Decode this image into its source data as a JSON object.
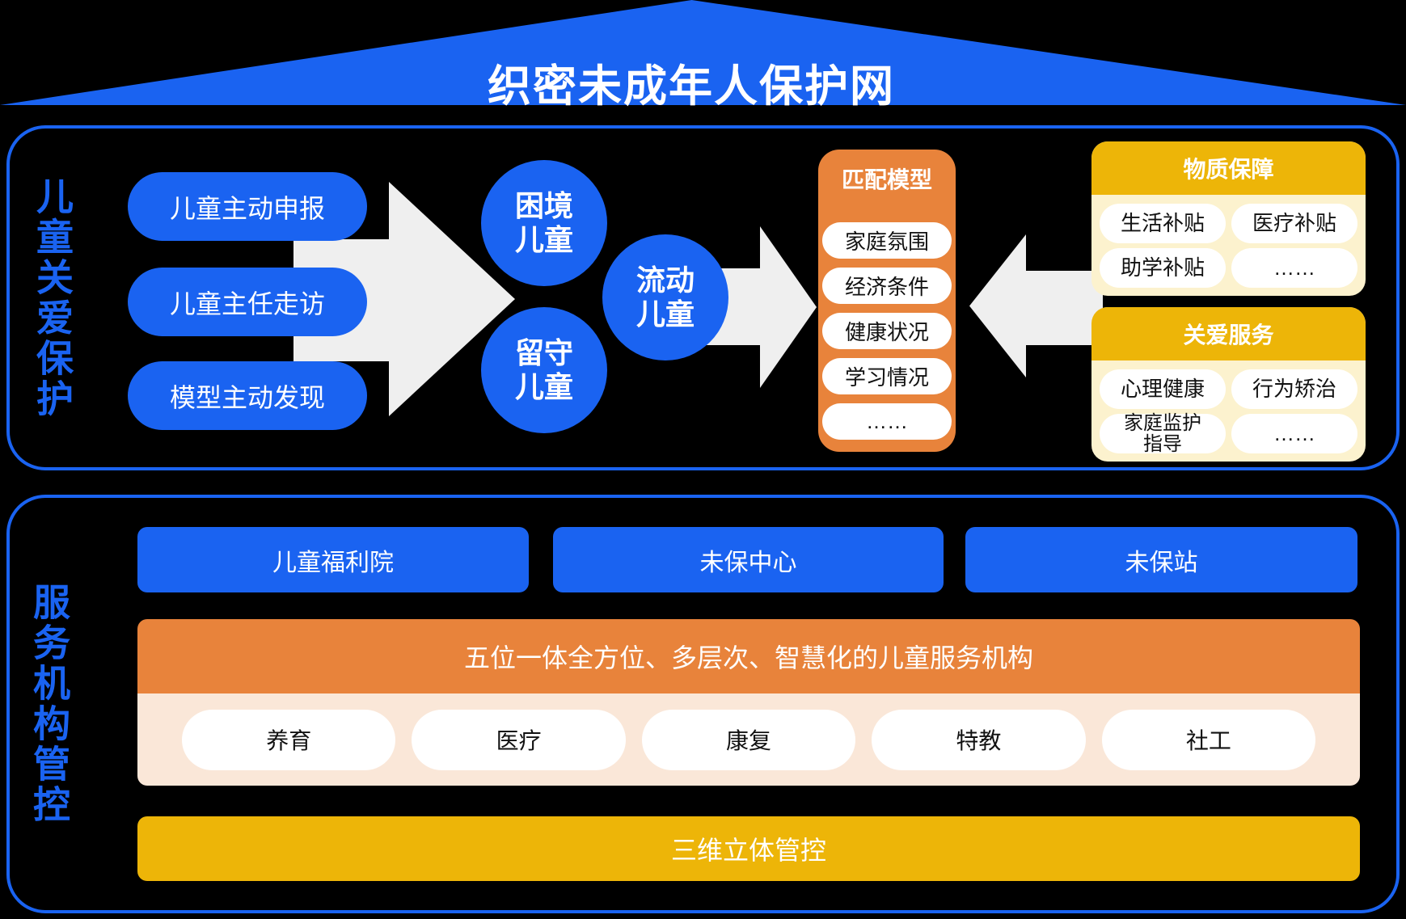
{
  "title": "织密未成年人保护网",
  "s1": {
    "label": "儿童关爱保护",
    "pills": [
      "儿童主动申报",
      "儿童主任走访",
      "模型主动发现"
    ],
    "circles": [
      "困境\n儿童",
      "留守\n儿童",
      "流动\n儿童"
    ],
    "match": {
      "title": "匹配模型",
      "items": [
        "家庭氛围",
        "经济条件",
        "健康状况",
        "学习情况",
        "……"
      ]
    },
    "material": {
      "title": "物质保障",
      "items": [
        "生活补贴",
        "医疗补贴",
        "助学补贴",
        "……"
      ]
    },
    "care": {
      "title": "关爱服务",
      "items": [
        "心理健康",
        "行为矫治",
        "家庭监护\n指导",
        "……"
      ]
    }
  },
  "s2": {
    "label": "服务机构管控",
    "bars": [
      "儿童福利院",
      "未保中心",
      "未保站"
    ],
    "banner": "五位一体全方位、多层次、智慧化的儿童服务机构",
    "services": [
      "养育",
      "医疗",
      "康复",
      "特教",
      "社工"
    ],
    "bottom": "三维立体管控"
  },
  "colors": {
    "blue": "#1A63F1",
    "orange": "#E8833B",
    "gold": "#EDB508",
    "gold_light": "#FCF2CE",
    "cream": "#FAE7D8",
    "arrow_gray": "#EFEFEF",
    "background": "#000000",
    "text_dark": "#111111"
  }
}
